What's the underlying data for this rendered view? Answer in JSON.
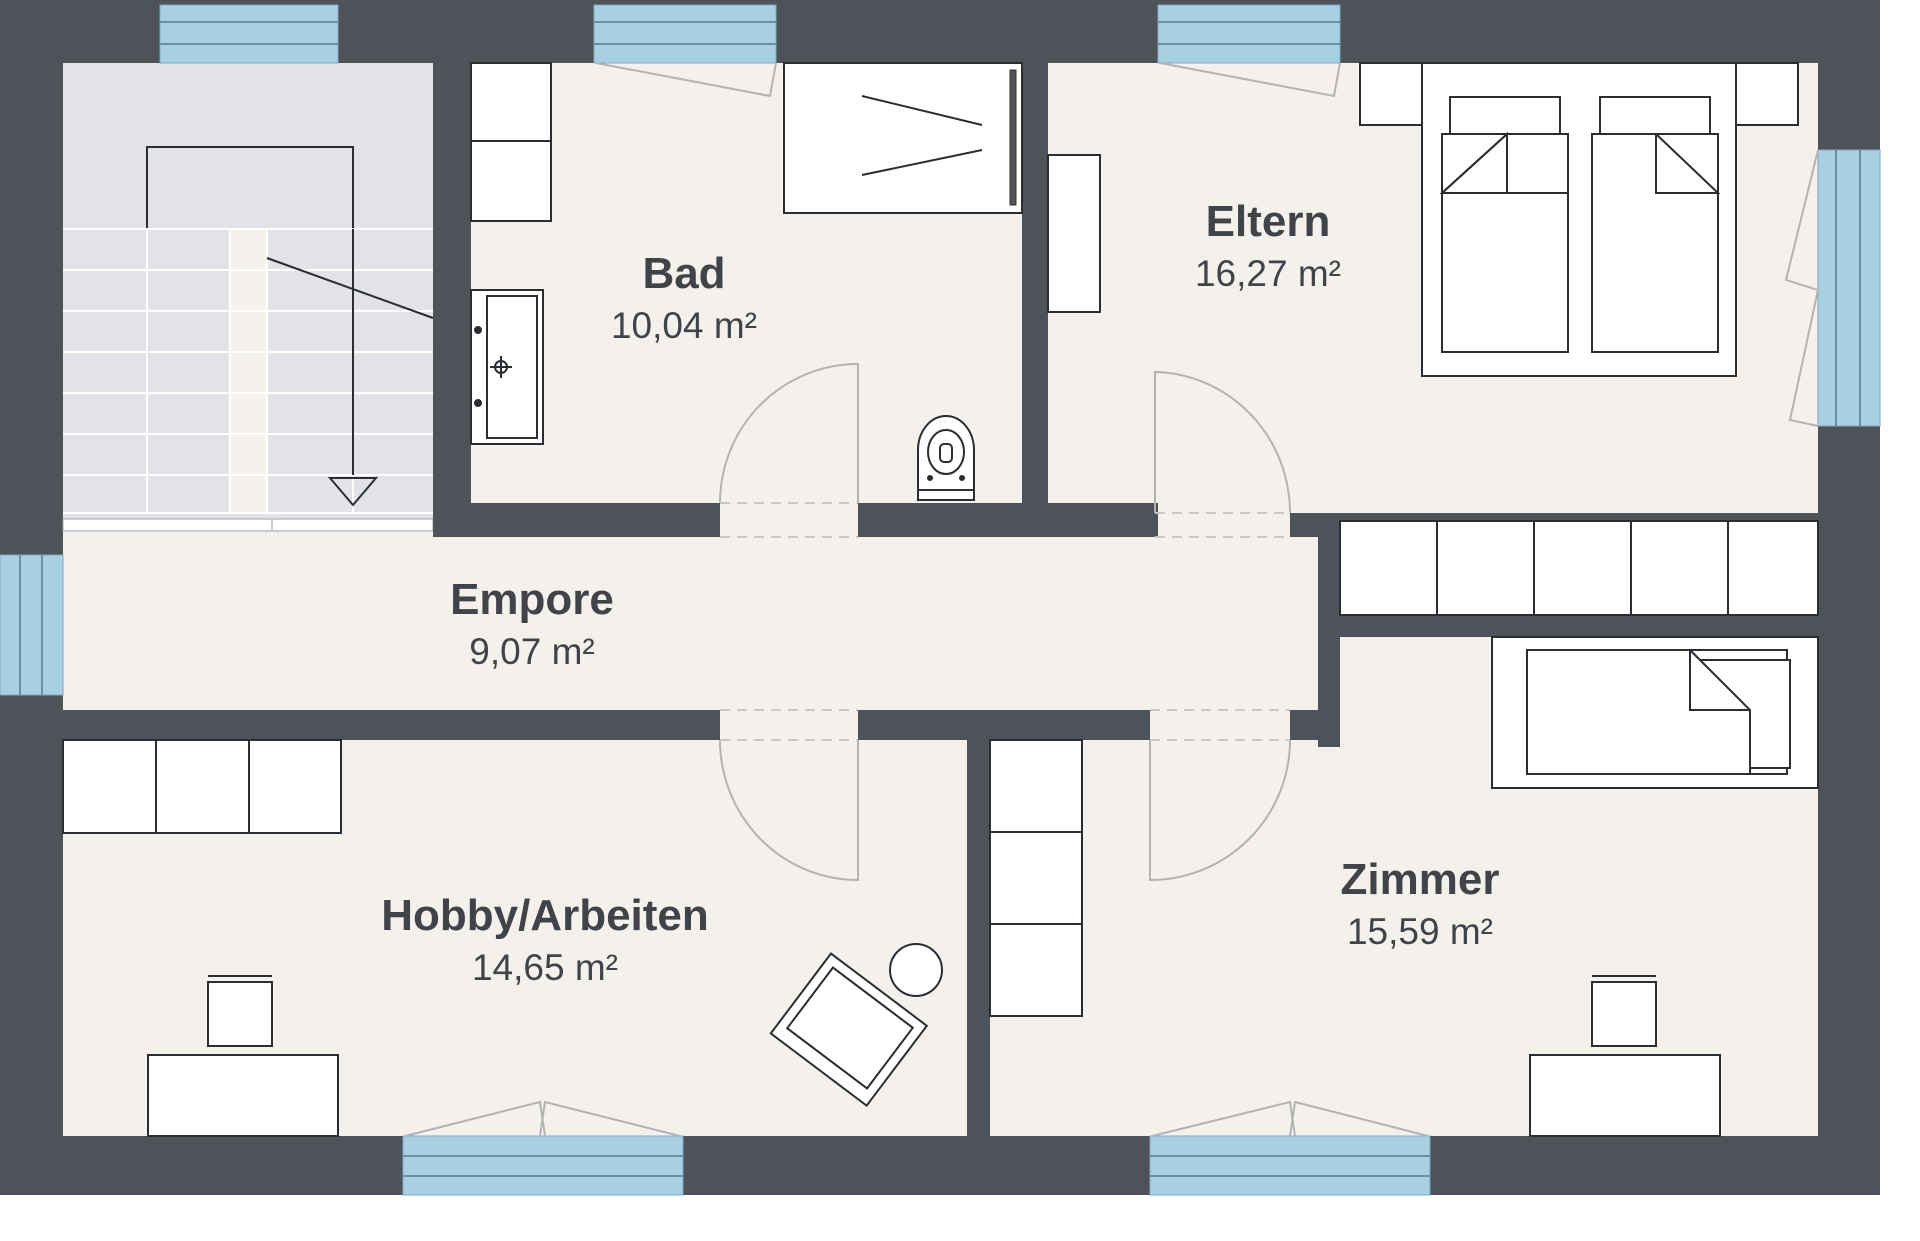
{
  "colors": {
    "wall": "#4d5359",
    "floor": "#f4f1ed",
    "stair_floor": "#e1e3e6",
    "window": "#a9cfe3",
    "furniture_fill": "#ffffff",
    "furniture_line": "#2a2d31",
    "door_line": "#b3b3b3",
    "label": "#404449"
  },
  "rooms": [
    {
      "id": "bad",
      "name": "Bad",
      "area": "10,04 m²"
    },
    {
      "id": "eltern",
      "name": "Eltern",
      "area": "16,27 m²"
    },
    {
      "id": "empore",
      "name": "Empore",
      "area": "9,07 m²"
    },
    {
      "id": "hobby",
      "name": "Hobby/Arbeiten",
      "area": "14,65 m²"
    },
    {
      "id": "zimmer",
      "name": "Zimmer",
      "area": "15,59 m²"
    }
  ]
}
